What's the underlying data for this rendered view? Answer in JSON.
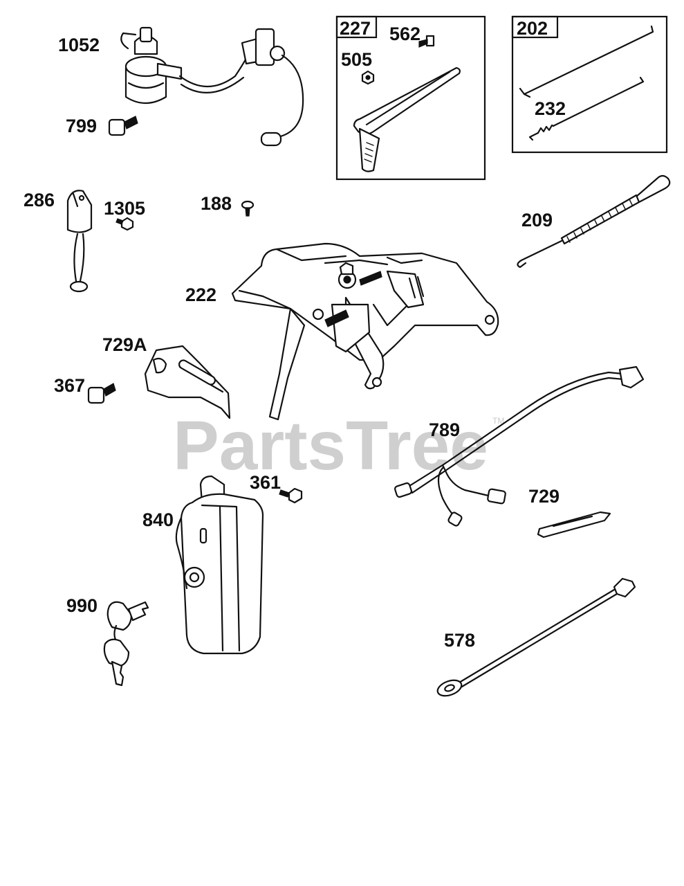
{
  "watermark": {
    "text": "PartsTree",
    "mark": "TM"
  },
  "callouts": {
    "p1052": "1052",
    "p799": "799",
    "p227": "227",
    "p562": "562",
    "p505": "505",
    "p202": "202",
    "p232": "232",
    "p286": "286",
    "p1305": "1305",
    "p188": "188",
    "p209": "209",
    "p222": "222",
    "p729A": "729A",
    "p367": "367",
    "p789": "789",
    "p361": "361",
    "p840": "840",
    "p729": "729",
    "p990": "990",
    "p578": "578"
  }
}
